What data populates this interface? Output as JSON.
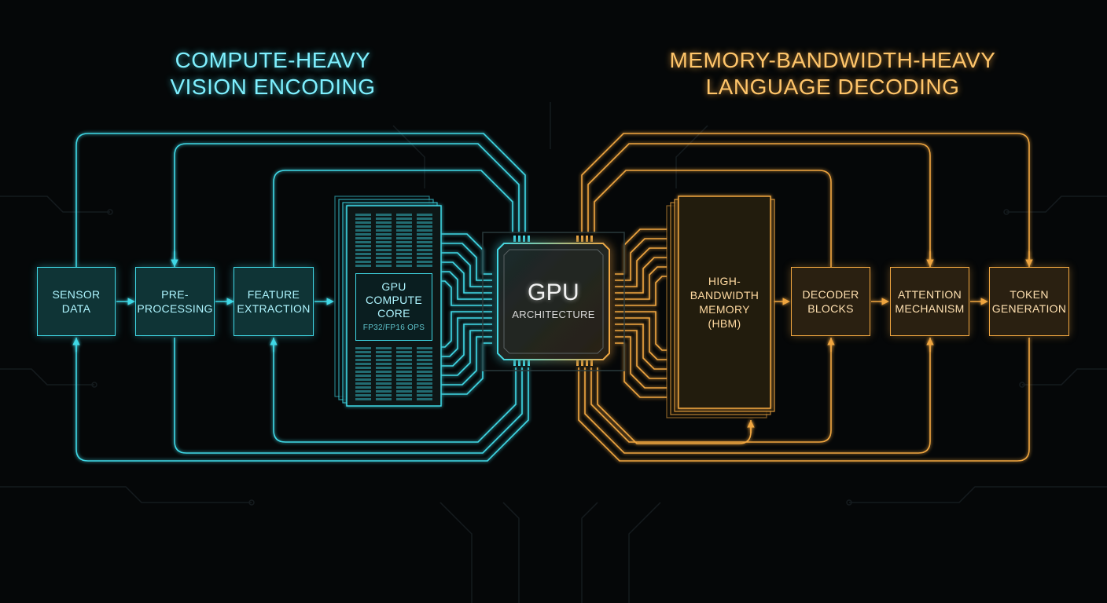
{
  "colors": {
    "background": "#050708",
    "compute_accent": "#3fd8e6",
    "memory_accent": "#f0a640",
    "compute_text": "#9ff4ff",
    "memory_text": "#ffd9a0",
    "circuit_trace": "#151b1e"
  },
  "headings": {
    "compute": {
      "line1": "COMPUTE-HEAVY",
      "line2": "VISION ENCODING"
    },
    "memory": {
      "line1": "MEMORY-BANDWIDTH-HEAVY",
      "line2": "LANGUAGE DECODING"
    }
  },
  "vision_pipeline": [
    {
      "id": "sensor",
      "line1": "SENSOR",
      "line2": "DATA"
    },
    {
      "id": "preprocessing",
      "line1": "PRE-",
      "line2": "PROCESSING"
    },
    {
      "id": "feature",
      "line1": "FEATURE",
      "line2": "EXTRACTION"
    }
  ],
  "compute_core": {
    "line1": "GPU",
    "line2": "COMPUTE",
    "line3": "CORE",
    "sublabel": "FP32/FP16 OPS"
  },
  "gpu": {
    "title": "GPU",
    "subtitle": "ARCHITECTURE"
  },
  "hbm": {
    "line1": "HIGH-",
    "line2": "BANDWIDTH",
    "line3": "MEMORY",
    "line4": "(HBM)"
  },
  "language_pipeline": [
    {
      "id": "decoder",
      "line1": "DECODER",
      "line2": "BLOCKS"
    },
    {
      "id": "attention",
      "line1": "ATTENTION",
      "line2": "MECHANISM"
    },
    {
      "id": "token",
      "line1": "TOKEN",
      "line2": "GENERATION"
    }
  ]
}
